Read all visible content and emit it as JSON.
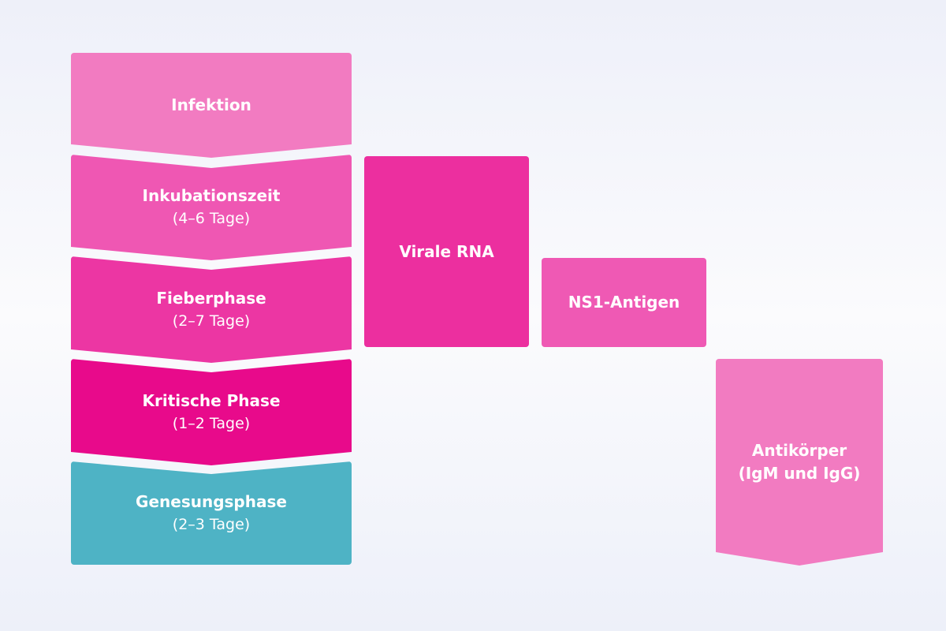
{
  "phases": [
    {
      "name": "Infektion",
      "duration": "",
      "color": "#f27bc1"
    },
    {
      "name": "Inkubationszeit",
      "duration": "(4–6 Tage)",
      "color": "#ef57b3"
    },
    {
      "name": "Fieberphase",
      "duration": "(2–7 Tage)",
      "color": "#ec36a3"
    },
    {
      "name": "Kritische Phase",
      "duration": "(1–2 Tage)",
      "color": "#e80a8b"
    },
    {
      "name": "Genesungsphase",
      "duration": "(2–3 Tage)",
      "color": "#4eb3c5"
    }
  ],
  "markers": {
    "viral_rna": {
      "label": "Virale RNA",
      "color": "#ec2f9f"
    },
    "ns1_antigen": {
      "label": "NS1-Antigen",
      "color": "#ef59b4"
    },
    "antibodies": {
      "label_line1": "Antikörper",
      "label_line2": "(IgM und IgG)",
      "color": "#f27bc1"
    }
  }
}
